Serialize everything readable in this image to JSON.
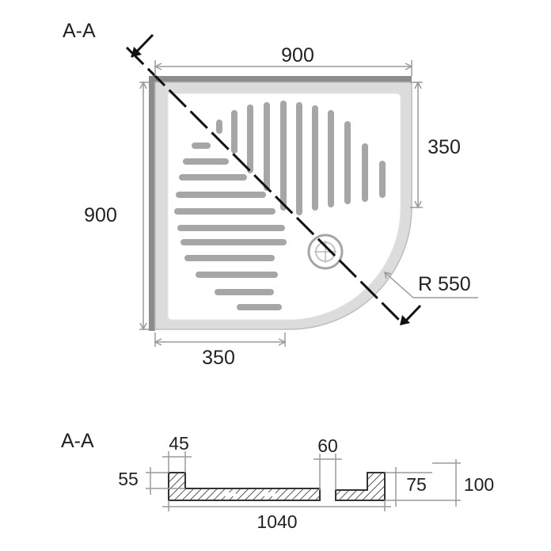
{
  "plan": {
    "section_label": "A-A",
    "width_label": "900",
    "depth_label": "900",
    "side_straight_label": "350",
    "bottom_straight_label": "350",
    "radius_label": "R 550"
  },
  "section": {
    "label": "A-A",
    "rim_width_label": "45",
    "rim_height_label": "55",
    "drain_width_label": "60",
    "inner_height_label": "75",
    "total_height_label": "100",
    "total_length_label": "1040"
  },
  "colors": {
    "tray_fill": "#ffffff",
    "rim_fill": "#dcdcdc",
    "edge_gray": "#8c8c8c",
    "groove_gray": "#a6a6a6",
    "dimension_line": "#9a9a9a",
    "text": "#222222",
    "section_arrow": "#111111"
  }
}
